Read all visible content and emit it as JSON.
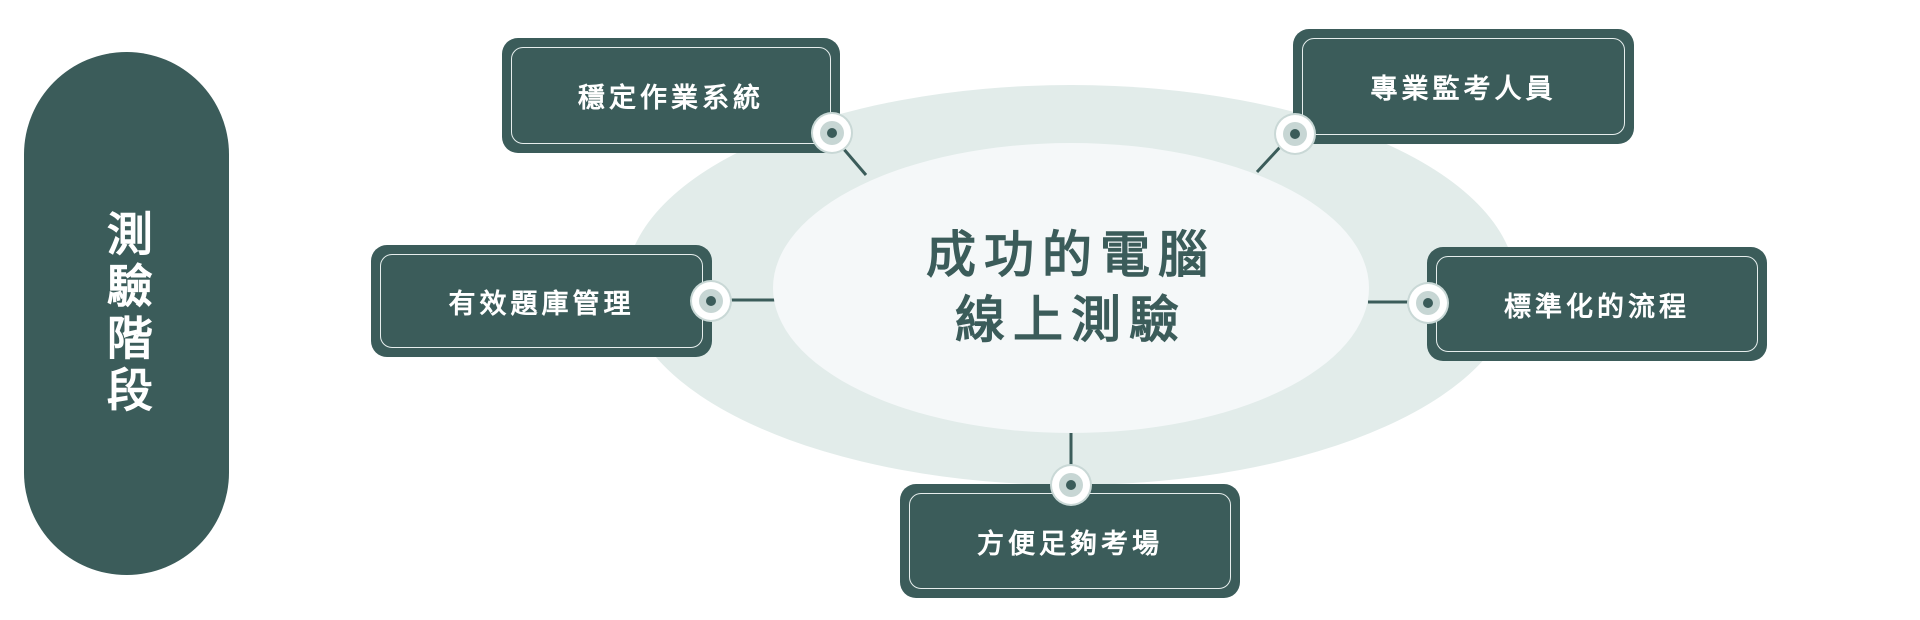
{
  "stage_label": "測驗階段",
  "center_title": "成功的電腦\n線上測驗",
  "factors": {
    "top_left": "穩定作業系統",
    "top_right": "專業監考人員",
    "middle_left": "有效題庫管理",
    "middle_right": "標準化的流程",
    "bottom": "方便足夠考場"
  },
  "colors": {
    "primary": "#3b5c5a",
    "outer_ellipse": "#e2ecea",
    "inner_ellipse": "#f5f8f9",
    "node_ring": "#c7d6d4"
  }
}
